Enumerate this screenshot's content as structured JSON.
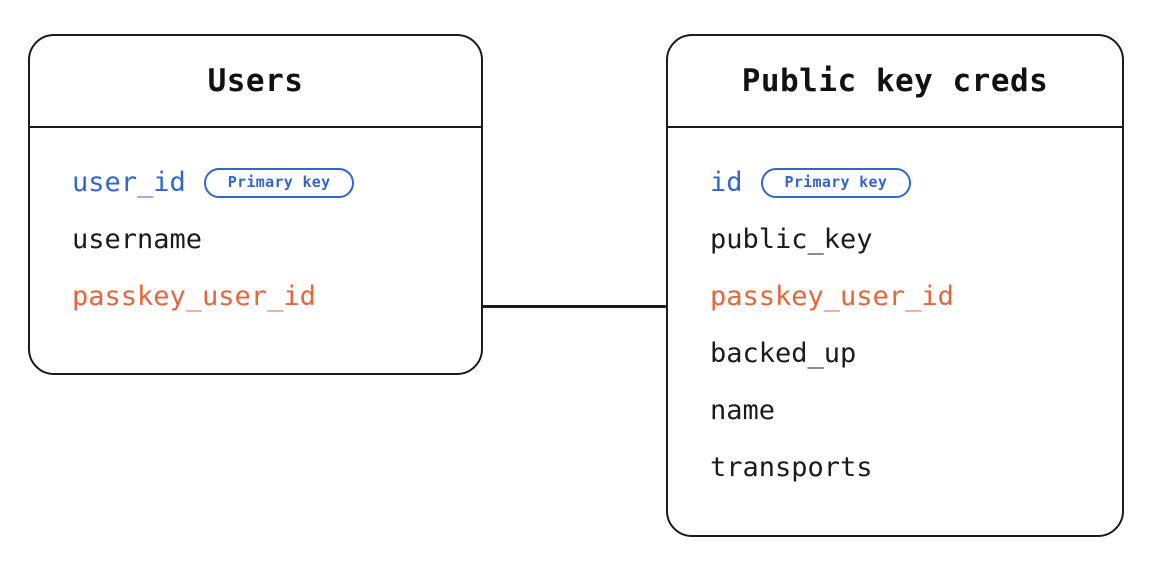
{
  "diagram": {
    "type": "entity-relationship-diagram",
    "background_color": "#ffffff",
    "stroke_color": "#1b1b1b",
    "colors": {
      "primary_key": "#3366cc",
      "foreign_key": "#e8653a",
      "text": "#1b1b1b"
    },
    "entities": [
      {
        "id": "users",
        "title": "Users",
        "fields": [
          {
            "name": "user_id",
            "role": "key",
            "badge": "Primary key"
          },
          {
            "name": "username",
            "role": "plain",
            "badge": null
          },
          {
            "name": "passkey_user_id",
            "role": "fk",
            "badge": null
          }
        ]
      },
      {
        "id": "public_key_creds",
        "title": "Public key creds",
        "fields": [
          {
            "name": "id",
            "role": "key",
            "badge": "Primary key"
          },
          {
            "name": "public_key",
            "role": "plain",
            "badge": null
          },
          {
            "name": "passkey_user_id",
            "role": "fk",
            "badge": null
          },
          {
            "name": "backed_up",
            "role": "plain",
            "badge": null
          },
          {
            "name": "name",
            "role": "plain",
            "badge": null
          },
          {
            "name": "transports",
            "role": "plain",
            "badge": null
          }
        ]
      }
    ],
    "relationships": [
      {
        "from_entity": "users",
        "from_field": "passkey_user_id",
        "to_entity": "public_key_creds",
        "to_field": "passkey_user_id",
        "style": "straight-line"
      }
    ]
  }
}
